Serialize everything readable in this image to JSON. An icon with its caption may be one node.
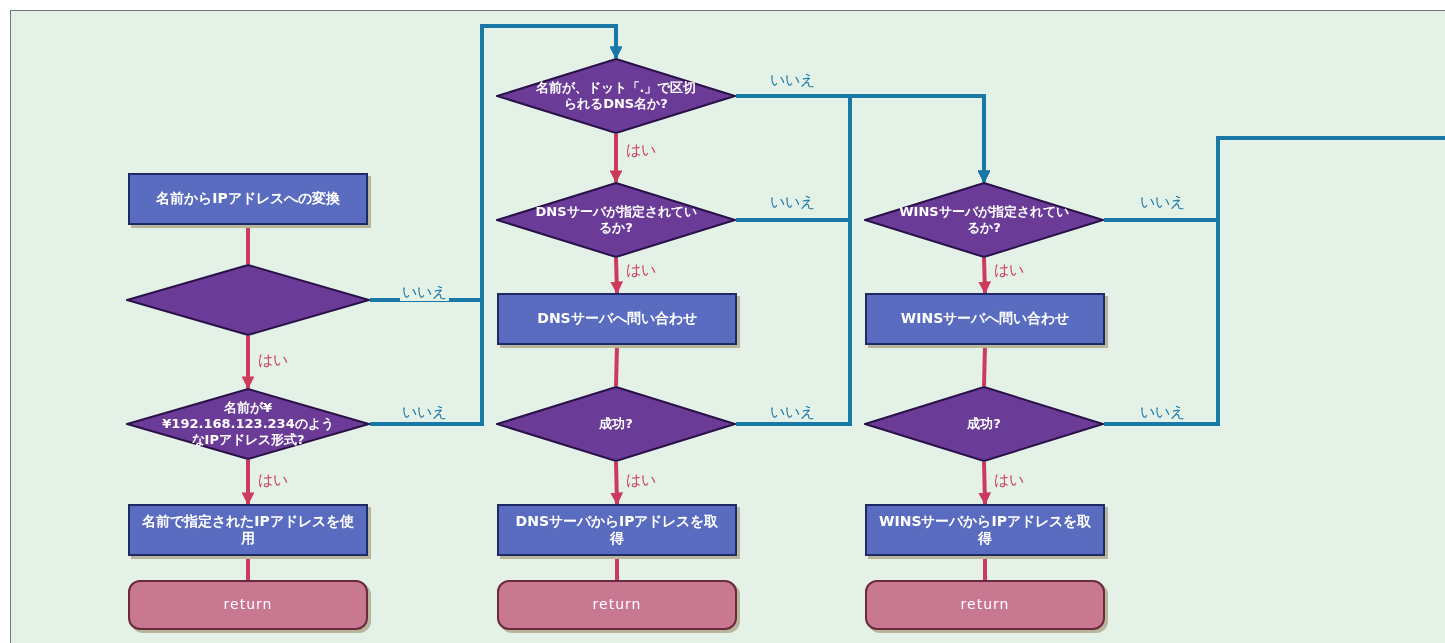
{
  "diagram": {
    "nodes": [
      {
        "text": [
          "名前からIPアドレスへの変換"
        ]
      },
      {
        "text": [],
        "shape": "diamond"
      },
      {
        "text": [
          "名前が¥¥192.168.123.234のようなIPアドレス形式?"
        ]
      },
      {
        "text": [
          "名前で指定されたIPアドレスを使用"
        ]
      },
      {
        "text": [
          "return"
        ]
      },
      {
        "text": [
          "名前が、ドット「.」で区切られるDNS名か?"
        ]
      },
      {
        "text": [
          "DNSサーバが指定されているか?"
        ]
      },
      {
        "text": [
          "DNSサーバへ問い合わせ"
        ]
      },
      {
        "text": [
          "成功?"
        ]
      },
      {
        "text": [
          "DNSサーバからIPアドレスを取得"
        ]
      },
      {
        "text": [
          "return"
        ]
      },
      {
        "text": [
          "WINSサーバが指定されているか?"
        ]
      },
      {
        "text": [
          "WINSサーバへ問い合わせ"
        ]
      },
      {
        "text": [
          "成功?"
        ]
      },
      {
        "text": [
          "WINSサーバからIPアドレスを取得"
        ]
      },
      {
        "text": [
          "return"
        ]
      }
    ],
    "edges": [
      {
        "from": 0,
        "to": 1,
        "arrow": "none"
      },
      {
        "from": 1,
        "to": 2,
        "label": "はい",
        "arrow": "to"
      },
      {
        "from": 2,
        "to": 3,
        "label": "はい",
        "arrow": "to"
      },
      {
        "from": 3,
        "to": 4,
        "arrow": "none"
      },
      {
        "from": 1,
        "to": 5,
        "label": "いいえ",
        "arrow": "to",
        "color": "#1a78a6"
      },
      {
        "from": 2,
        "to": 5,
        "label": "いいえ",
        "arrow": "to",
        "color": "#1a78a6"
      },
      {
        "from": 5,
        "to": 6,
        "label": "はい",
        "arrow": "to"
      },
      {
        "from": 6,
        "to": 7,
        "label": "はい",
        "arrow": "to"
      },
      {
        "from": 7,
        "to": 8,
        "arrow": "none"
      },
      {
        "from": 8,
        "to": 9,
        "label": "はい",
        "arrow": "to"
      },
      {
        "from": 9,
        "to": 10,
        "arrow": "none"
      },
      {
        "from": 5,
        "to": 11,
        "label": "いいえ",
        "arrow": "to",
        "color": "#1a78a6"
      },
      {
        "from": 6,
        "to": 11,
        "label": "いいえ",
        "arrow": "to",
        "color": "#1a78a6"
      },
      {
        "from": 8,
        "to": 11,
        "label": "いいえ",
        "arrow": "to",
        "color": "#1a78a6"
      },
      {
        "from": 11,
        "to": null,
        "label": "いいえ",
        "arrow": "none",
        "color": "#1a78a6"
      },
      {
        "from": 11,
        "to": 12,
        "label": "はい",
        "arrow": "to"
      },
      {
        "from": 12,
        "to": 13,
        "arrow": "none"
      },
      {
        "from": 13,
        "to": 14,
        "label": "はい",
        "arrow": "to"
      },
      {
        "from": 13,
        "to": null,
        "label": "いいえ",
        "arrow": "none",
        "color": "#1a78a6"
      },
      {
        "from": 14,
        "to": 15,
        "arrow": "none"
      }
    ]
  }
}
